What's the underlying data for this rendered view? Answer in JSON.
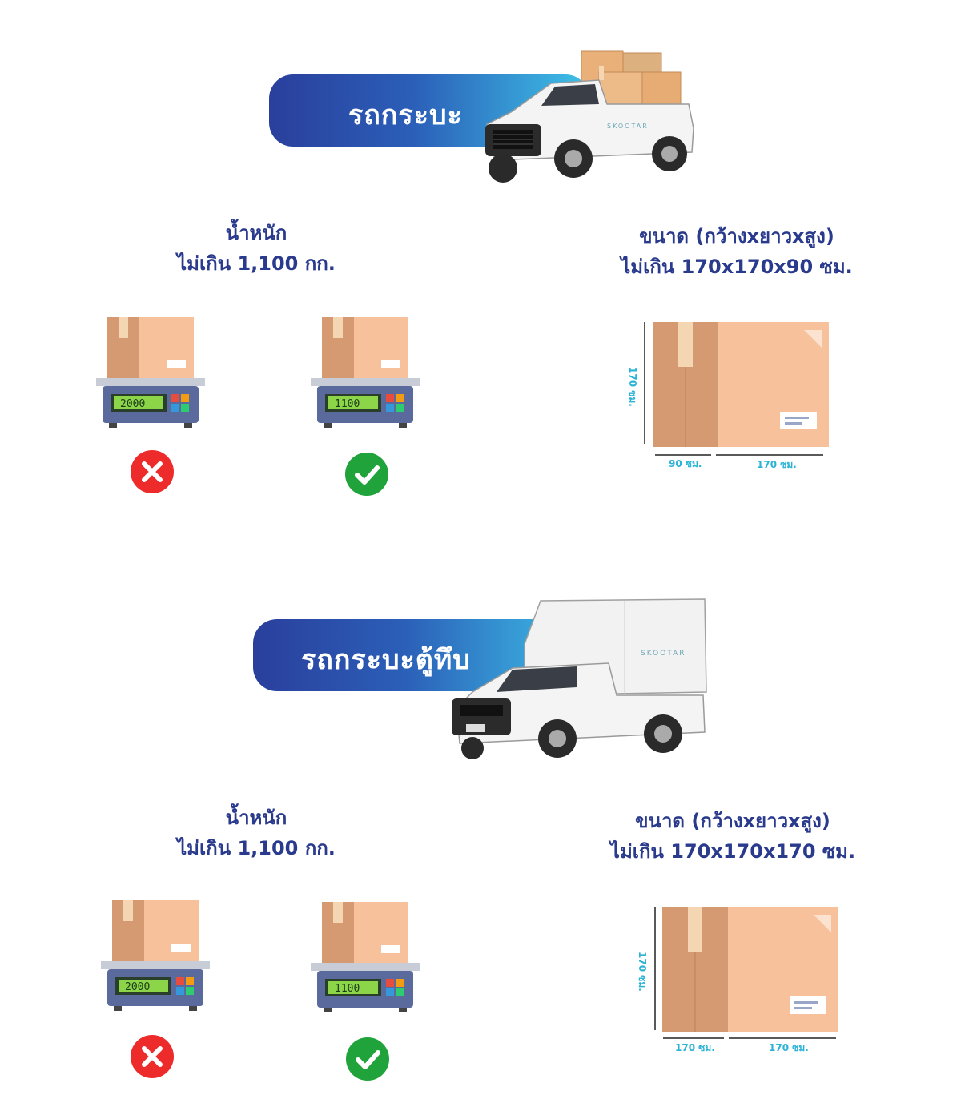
{
  "sections": [
    {
      "title": "รถกระบะ",
      "truck_brand": "SKOOTAR",
      "weight_heading": [
        "น้ำหนัก",
        "ไม่เกิน 1,100 กก."
      ],
      "size_heading": [
        "ขนาด (กว้างxยาวxสูง)",
        "ไม่เกิน 170x170x90 ซม."
      ],
      "scale_reject_display": "2000",
      "scale_accept_display": "1100",
      "dim_height": "170 ซม.",
      "dim_width": "90 ซม.",
      "dim_length": "170 ซม."
    },
    {
      "title": "รถกระบะตู้ทึบ",
      "truck_brand": "SKOOTAR",
      "weight_heading": [
        "น้ำหนัก",
        "ไม่เกิน 1,100 กก."
      ],
      "size_heading": [
        "ขนาด (กว้างxยาวxสูง)",
        "ไม่เกิน 170x170x170 ซม."
      ],
      "scale_reject_display": "2000",
      "scale_accept_display": "1100",
      "dim_height": "170 ซม.",
      "dim_width": "170 ซม.",
      "dim_length": "170 ซม."
    }
  ],
  "colors": {
    "heading": "#2a3a8c",
    "dimension": "#2bb3d6",
    "reject": "#ee2b2b",
    "accept": "#1fa33a",
    "box_light": "#f7c19c",
    "box_dark": "#d69a73"
  },
  "icons": [
    "pickup-truck-icon",
    "box-truck-icon",
    "scale-icon",
    "cross-icon",
    "check-icon",
    "parcel-box-icon"
  ]
}
